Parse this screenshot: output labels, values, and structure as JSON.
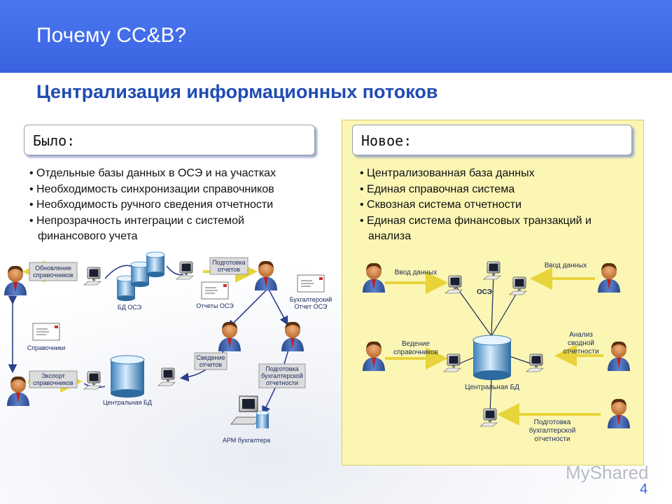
{
  "header": {
    "title": "Почему CC&B?"
  },
  "subtitle": "Централизация информационных потоков",
  "left": {
    "label": "Было:",
    "bullets": [
      "• Отдельные  базы данных в ОСЭ и на участках",
      "• Необходимость синхронизации справочников",
      "• Необходимость ручного сведения отчетности",
      "• Непрозрачность интеграции с системой",
      "   финансового учета"
    ],
    "diagram": {
      "update_ref_1": "Обновление",
      "update_ref_2": "справочников",
      "db_ose": "БД ОСЭ",
      "prep_reports_1": "Подготовка",
      "prep_reports_2": "отчетов",
      "reports_ose": "Отчеты ОСЭ",
      "acc_report_1": "Бухгалтерский",
      "acc_report_2": "Отчет ОСЭ",
      "directories": "Справочники",
      "reconcile_1": "Сведение",
      "reconcile_2": "отчетов",
      "export_1": "Экспорт",
      "export_2": "справочников",
      "central_db": "Центральная БД",
      "prep_acc_1": "Подготовка",
      "prep_acc_2": "бухгалтерской",
      "prep_acc_3": "отчетности",
      "arm": "АРМ бухгалтера"
    }
  },
  "right": {
    "label": "Новое:",
    "bullets": [
      "• Централизованная база данных",
      "• Единая справочная система",
      "• Сквозная система отчетности",
      "• Единая система финансовых транзакций и",
      "   анализа"
    ],
    "diagram": {
      "data_entry_left": "Ввод данных",
      "data_entry_right": "Ввод данных",
      "ose": "ОСЭ",
      "maint_ref_1": "Ведение",
      "maint_ref_2": "справочников",
      "analysis_1": "Анализ",
      "analysis_2": "сводной",
      "analysis_3": "отчетности",
      "central_db": "Центральная БД",
      "prep_acc_1": "Подготовка",
      "prep_acc_2": "бухгалтерской",
      "prep_acc_3": "отчетности"
    }
  },
  "slide_number": "4",
  "watermark": "MyShared",
  "colors": {
    "banner": "#3f6be6",
    "title_blue": "#1f4bb3",
    "panel_yellow": "#fbf6b4",
    "arrow_yellow": "#e8d43a"
  }
}
